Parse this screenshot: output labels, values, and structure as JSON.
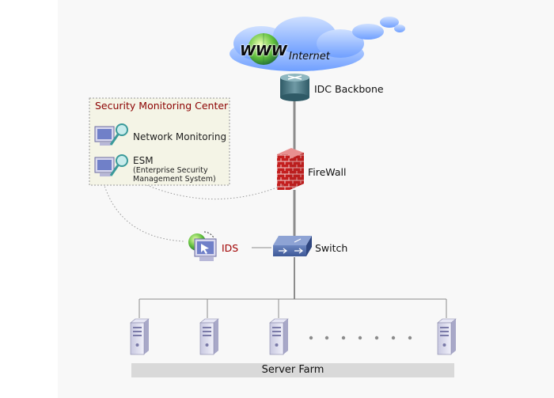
{
  "internet": {
    "www_label": "WWW",
    "label": "Internet"
  },
  "nodes": {
    "idc_backbone": "IDC Backbone",
    "firewall": "FireWall",
    "switch": "Switch",
    "ids": "IDS"
  },
  "security_center": {
    "title": "Security Monitoring Center",
    "items": [
      {
        "label": "Network Monitoring"
      },
      {
        "label": "ESM",
        "sub_line1": "(Enterprise Security",
        "sub_line2": "Management System)"
      }
    ]
  },
  "server_farm": {
    "label": "Server Farm",
    "server_count": 4
  },
  "colors": {
    "title_red": "#8b0000",
    "ids_red": "#a00000",
    "cloud_blue": "#7fb0ff",
    "link_gray": "#8c8c8c",
    "farm_bar": "#d9d9d9"
  }
}
